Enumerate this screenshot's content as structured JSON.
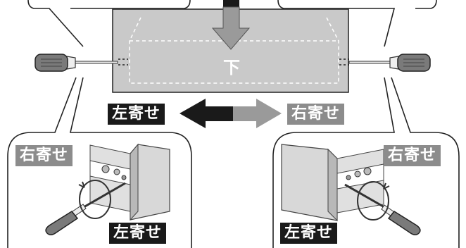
{
  "panel": {
    "down_label": "下"
  },
  "shift_arrow": {
    "left_label": "左寄せ",
    "right_label": "右寄せ"
  },
  "detail_left": {
    "top_label": "右寄せ",
    "bottom_label": "左寄せ"
  },
  "detail_right": {
    "top_label": "右寄せ",
    "bottom_label": "左寄せ"
  },
  "colors": {
    "panel": "#c9c9c9",
    "dark": "#1a1a1a",
    "gray_label": "#8c8c8c",
    "arrow_gray": "#9a9a9a",
    "handle": "#7a7a7a"
  }
}
